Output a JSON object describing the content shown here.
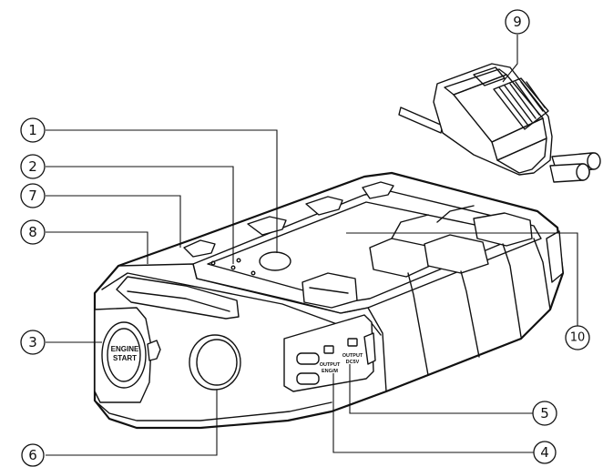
{
  "callouts": [
    {
      "id": "1",
      "label": "1"
    },
    {
      "id": "2",
      "label": "2"
    },
    {
      "id": "3",
      "label": "3"
    },
    {
      "id": "4",
      "label": "4"
    },
    {
      "id": "5",
      "label": "5"
    },
    {
      "id": "6",
      "label": "6"
    },
    {
      "id": "7",
      "label": "7"
    },
    {
      "id": "8",
      "label": "8"
    },
    {
      "id": "9",
      "label": "9"
    },
    {
      "id": "10",
      "label": "10"
    }
  ],
  "device": {
    "start_button": {
      "line1": "ENGINE",
      "line2": "START"
    },
    "port_label_a": {
      "line1": "OUTPUT",
      "line2": "ENG/M"
    },
    "port_label_b": {
      "line1": "OUTPUT",
      "line2": "DC5V"
    }
  }
}
